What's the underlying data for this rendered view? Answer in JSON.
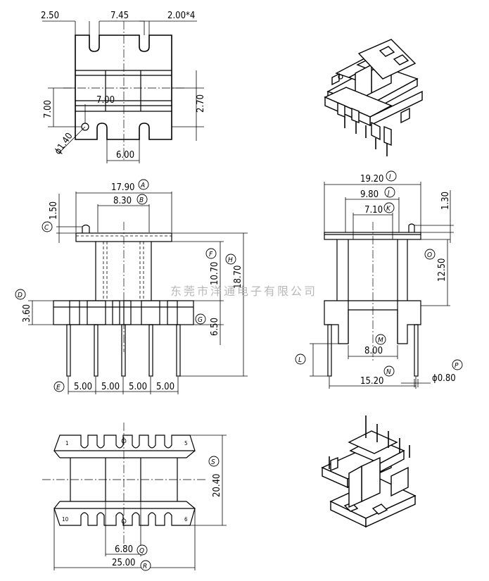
{
  "dimensions": {
    "top_view": {
      "d250": "2.50",
      "d745": "7.45",
      "d200x4": "2.00*4",
      "d700v": "7.00",
      "d700h": "7.00",
      "d270": "2.70",
      "d140": "ϕ1.40",
      "d600": "6.00"
    },
    "front_view": {
      "a": "17.90",
      "b": "8.30",
      "c": "1.50",
      "f": "10.70",
      "h": "18.70",
      "d": "3.60",
      "g": "6.50",
      "e1": "5.00",
      "e2": "5.00",
      "e3": "5.00",
      "e4": "5.00"
    },
    "side_view": {
      "i": "19.20",
      "j": "9.80",
      "k": "7.10",
      "top": "1.30",
      "o": "12.50",
      "m": "8.00",
      "n": "15.20",
      "p": "ϕ0.80"
    },
    "bottom_view": {
      "s": "20.40",
      "q": "6.80",
      "r": "25.00"
    }
  },
  "callouts": {
    "A": "A",
    "B": "B",
    "C": "C",
    "D": "D",
    "E": "E",
    "F": "F",
    "G": "G",
    "H": "H",
    "I": "I",
    "J": "J",
    "K": "K",
    "L": "L",
    "M": "M",
    "N": "N",
    "O": "O",
    "P": "P",
    "Q": "Q",
    "R": "R",
    "S": "S"
  },
  "pin_labels": {
    "p1": "1",
    "p5": "5",
    "p10": "10",
    "p6": "6"
  },
  "watermark": "东莞市洋通电子有限公司",
  "colors": {
    "line": "#000000",
    "background": "#ffffff",
    "watermark": "#b8b8b8"
  }
}
